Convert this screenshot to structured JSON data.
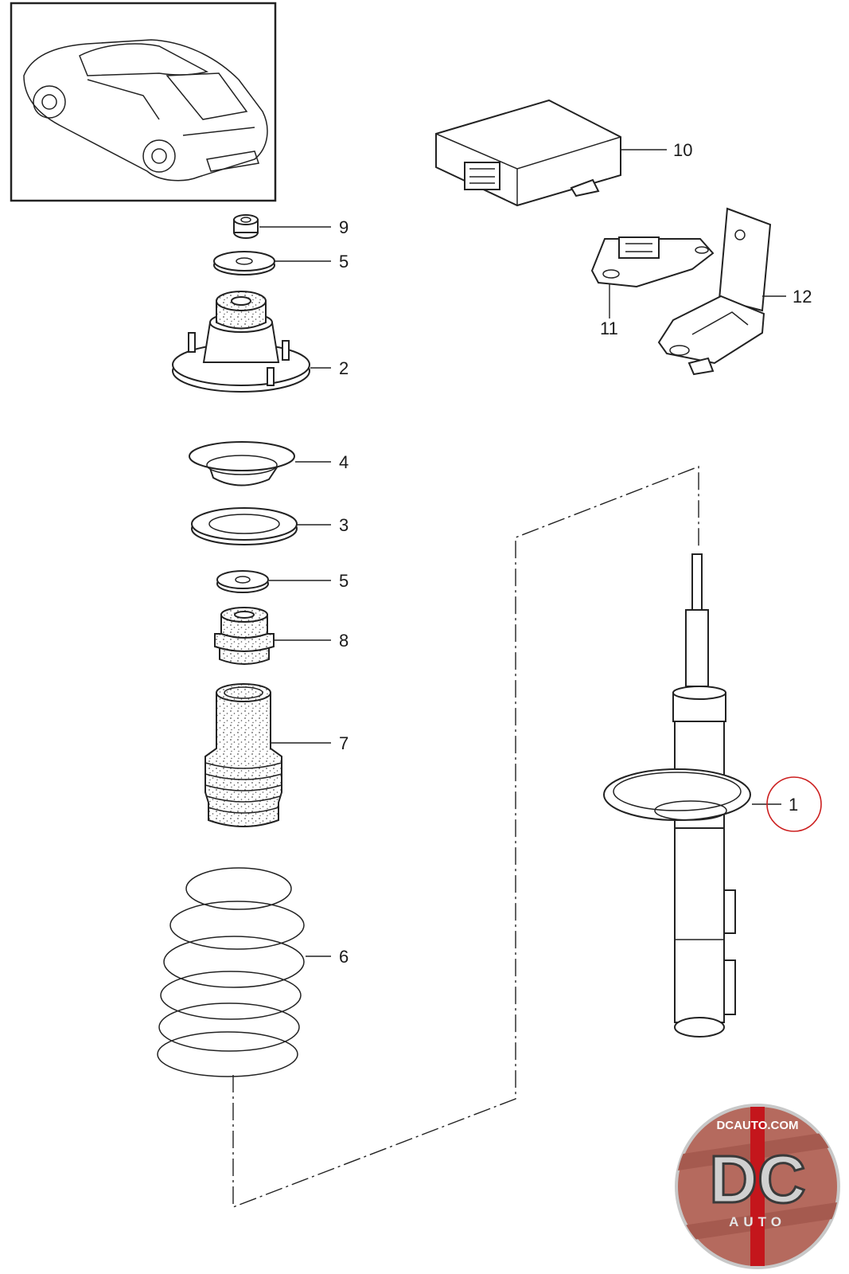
{
  "callouts": [
    {
      "id": "c9",
      "text": "9"
    },
    {
      "id": "c5a",
      "text": "5"
    },
    {
      "id": "c2",
      "text": "2"
    },
    {
      "id": "c4",
      "text": "4"
    },
    {
      "id": "c3",
      "text": "3"
    },
    {
      "id": "c5b",
      "text": "5"
    },
    {
      "id": "c8",
      "text": "8"
    },
    {
      "id": "c7",
      "text": "7"
    },
    {
      "id": "c6",
      "text": "6"
    },
    {
      "id": "c10",
      "text": "10"
    },
    {
      "id": "c11",
      "text": "11"
    },
    {
      "id": "c12",
      "text": "12"
    },
    {
      "id": "c1",
      "text": "1"
    }
  ],
  "highlight_color": "#cc1f1f",
  "logo": {
    "top_text": "DCAUTO.COM",
    "letters": "DC",
    "bottom_text": "AUTO",
    "colors": {
      "bg": "#b56a5e",
      "ring": "#c8c8c8",
      "stripe": "#c4161c"
    }
  },
  "icons": [
    "car-thumbnail-icon",
    "dcauto-logo-icon"
  ]
}
